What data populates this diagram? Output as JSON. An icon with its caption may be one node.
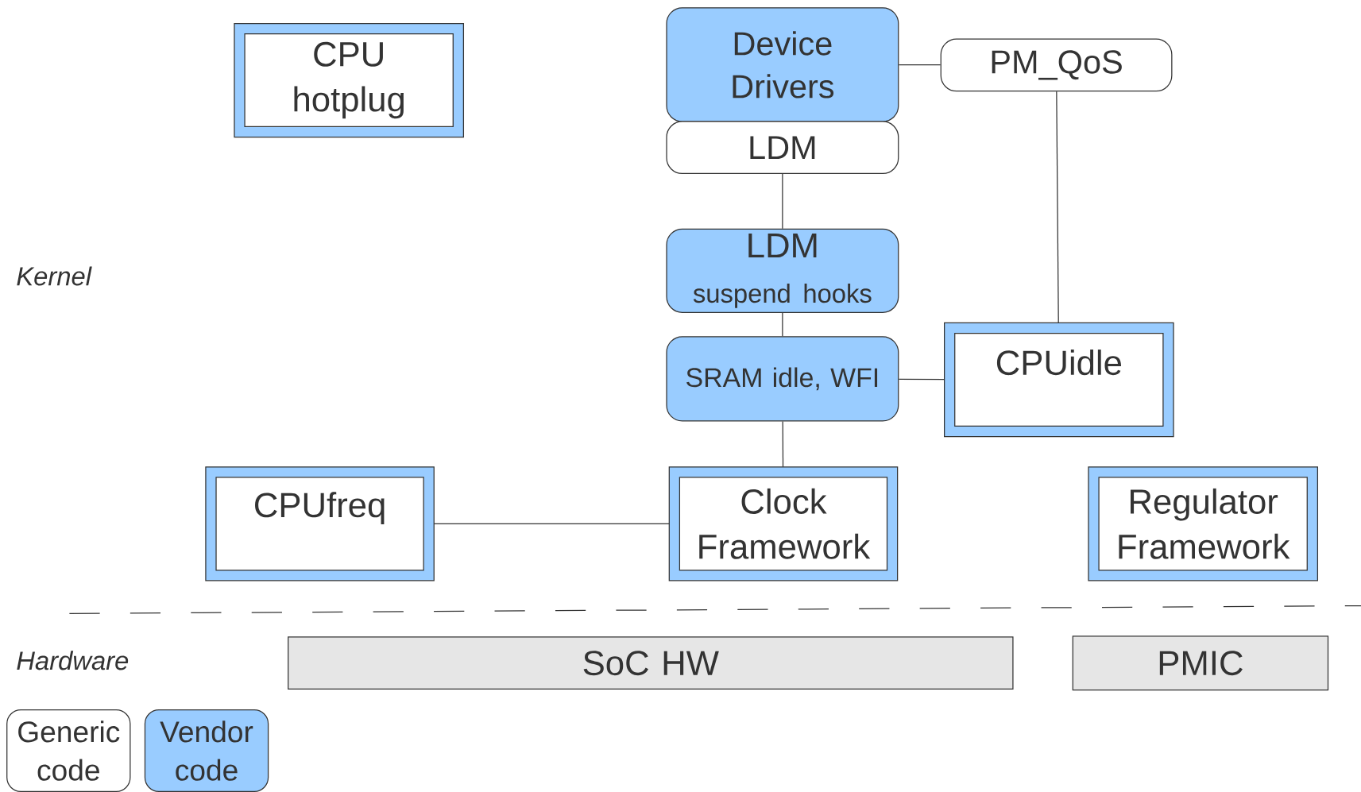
{
  "diagram": {
    "nodes": [
      {
        "text": [
          "CPU hotplug"
        ]
      },
      {
        "text": [
          "Device Drivers"
        ]
      },
      {
        "text": [
          "PM_QoS"
        ]
      },
      {
        "text": [
          "LDM"
        ]
      },
      {
        "text": [
          "LDM",
          "suspend hooks"
        ]
      },
      {
        "text": [
          "SRAM idle, WFI"
        ]
      },
      {
        "text": [
          "CPUidle"
        ]
      },
      {
        "text": [
          "CPUfreq"
        ]
      },
      {
        "text": [
          "Clock Framework"
        ]
      },
      {
        "text": [
          "Regulator Framework"
        ]
      },
      {
        "text": [
          "SoC HW"
        ]
      },
      {
        "text": [
          "PMIC"
        ]
      }
    ],
    "edges": [
      {
        "from": 1,
        "to": 2,
        "arrow": "none"
      },
      {
        "from": 3,
        "to": 4,
        "arrow": "none"
      },
      {
        "from": 4,
        "to": 5,
        "arrow": "none"
      },
      {
        "from": 5,
        "to": 6,
        "arrow": "none"
      },
      {
        "from": 2,
        "to": 6,
        "arrow": "none"
      },
      {
        "from": 5,
        "to": 8,
        "arrow": "none"
      },
      {
        "from": 7,
        "to": 8,
        "arrow": "none"
      }
    ],
    "labels": [
      "Kernel",
      "Hardware"
    ],
    "legend": [
      {
        "text": "Generic code"
      },
      {
        "text": "Vendor code",
        "color": "#99ccff"
      }
    ]
  }
}
